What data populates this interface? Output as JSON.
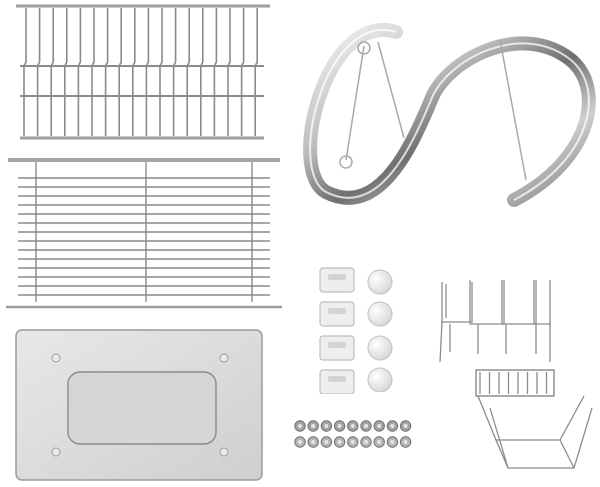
{
  "image": {
    "kind": "product-parts-photo",
    "background": "#ffffff",
    "colors": {
      "chrome_light": "#e9e9e9",
      "chrome_mid": "#b9b9b9",
      "chrome_dark": "#6f6f6f",
      "plastic_tray": "#d9d9d9",
      "plastic_edge": "#9a9a9a",
      "clip_plastic": "#eeeeee",
      "foot_pad": "#e2e2e2",
      "screw": "#8f8f8f"
    },
    "parts": [
      {
        "name": "top-plate-rack",
        "icon": "wire-rack"
      },
      {
        "name": "s-shaped-frame",
        "icon": "chrome-tube-frame"
      },
      {
        "name": "bottom-bowl-rack",
        "icon": "wire-basket"
      },
      {
        "name": "drip-tray",
        "icon": "plastic-tray"
      },
      {
        "name": "plastic-clips",
        "icon": "clip",
        "count": 4
      },
      {
        "name": "rubber-feet",
        "icon": "round-pad",
        "count": 4
      },
      {
        "name": "screws-and-nuts",
        "icon": "screw",
        "count": 18
      },
      {
        "name": "cup-holder-and-utensil-holder",
        "icon": "wire-holder"
      }
    ]
  }
}
